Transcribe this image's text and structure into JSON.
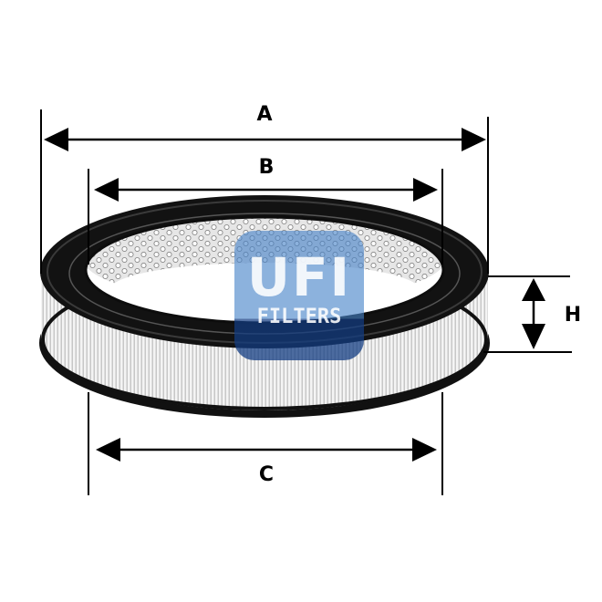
{
  "diagram": {
    "subject": "Round air filter element",
    "dimensions": {
      "A": {
        "label": "A",
        "meaning": "outer diameter (top)"
      },
      "B": {
        "label": "B",
        "meaning": "inner diameter (top)"
      },
      "C": {
        "label": "C",
        "meaning": "inner diameter (bottom)"
      },
      "H": {
        "label": "H",
        "meaning": "height"
      }
    },
    "logo": {
      "mark": "UFI",
      "text": "FILTERS",
      "colors": {
        "light": "#4682c8",
        "dark": "#123c82"
      }
    },
    "colors": {
      "line": "#000000",
      "seal": "#111111",
      "pleat_light": "#f2f2f2",
      "pleat_dark": "#bdbdbd",
      "mesh": "#cfcfcf",
      "background": "#ffffff"
    }
  }
}
